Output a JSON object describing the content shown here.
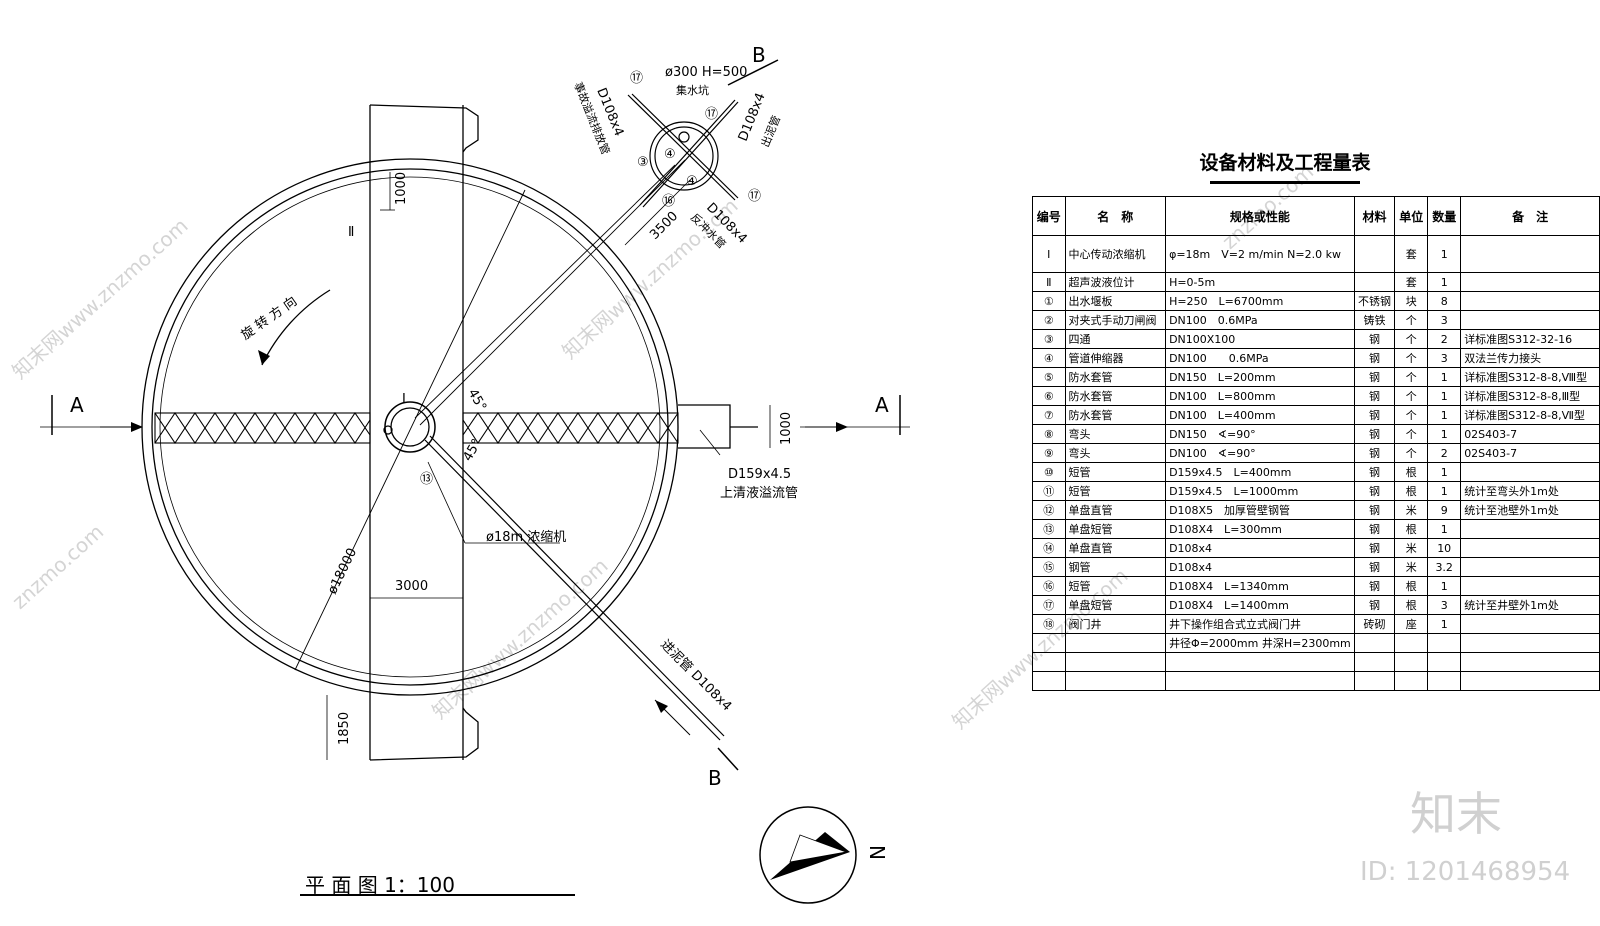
{
  "plan": {
    "title": "平 面 图 1：100",
    "labels": {
      "section_a_left": "A",
      "section_a_right": "A",
      "section_b_top": "B",
      "section_b_bottom": "B",
      "dia_18000": "ø18000",
      "dim_3000": "3000",
      "dim_1000_top": "1000",
      "dim_1000_right": "1000",
      "dim_1850": "1850",
      "dim_3500": "3500",
      "angle_45_a": "45°",
      "angle_45_b": "45°",
      "pit": "ø300 H=500",
      "pit_name": "集水坑",
      "pipe_accident": "D108x4",
      "pipe_accident_name": "事故溢流排放管",
      "pipe_out": "D108x4",
      "pipe_out_name": "出泥管",
      "pipe_return": "D108x4",
      "pipe_return_name": "反冲水管",
      "pipe_in": "进泥管 D108x4",
      "overflow": "D159x4.5",
      "overflow_name": "上清液溢流管",
      "thickener": "ø18m 浓缩机",
      "rotation": "旋 转 方 向",
      "num_I": "Ⅰ",
      "num_II": "Ⅱ",
      "num_3": "③",
      "num_4a": "④",
      "num_4b": "④",
      "num_13": "⑬",
      "num_16": "⑯",
      "num_17a": "⑰",
      "num_17b": "⑰",
      "num_17c": "⑰",
      "north": "N"
    }
  },
  "table": {
    "title": "设备材料及工程量表",
    "headers": [
      "编号",
      "名　称",
      "规格或性能",
      "材料",
      "单位",
      "数量",
      "备　注"
    ],
    "rows": [
      [
        "Ⅰ",
        "中心传动浓缩机",
        "φ=18m　V=2 m/min N=2.0 kw",
        "",
        "套",
        "1",
        ""
      ],
      [
        "Ⅱ",
        "超声波液位计",
        "H=0-5m",
        "",
        "套",
        "1",
        ""
      ],
      [
        "①",
        "出水堰板",
        "H=250　L=6700mm",
        "不锈钢",
        "块",
        "8",
        ""
      ],
      [
        "②",
        "对夹式手动刀闸阀",
        "DN100　0.6MPa",
        "铸铁",
        "个",
        "3",
        ""
      ],
      [
        "③",
        "四通",
        "DN100X100",
        "钢",
        "个",
        "2",
        "详标准图S312-32-16"
      ],
      [
        "④",
        "管道伸缩器",
        "DN100　　0.6MPa",
        "钢",
        "个",
        "3",
        "双法兰传力接头"
      ],
      [
        "⑤",
        "防水套管",
        "DN150　L=200mm",
        "钢",
        "个",
        "1",
        "详标准图S312-8-8,Ⅷ型"
      ],
      [
        "⑥",
        "防水套管",
        "DN100　L=800mm",
        "钢",
        "个",
        "1",
        "详标准图S312-8-8,Ⅲ型"
      ],
      [
        "⑦",
        "防水套管",
        "DN100　L=400mm",
        "钢",
        "个",
        "1",
        "详标准图S312-8-8,Ⅶ型"
      ],
      [
        "⑧",
        "弯头",
        "DN150　∢=90°",
        "钢",
        "个",
        "1",
        "02S403-7"
      ],
      [
        "⑨",
        "弯头",
        "DN100　∢=90°",
        "钢",
        "个",
        "2",
        "02S403-7"
      ],
      [
        "⑩",
        "短管",
        "D159x4.5　L=400mm",
        "钢",
        "根",
        "1",
        ""
      ],
      [
        "⑪",
        "短管",
        "D159x4.5　L=1000mm",
        "钢",
        "根",
        "1",
        "统计至弯头外1m处"
      ],
      [
        "⑫",
        "单盘直管",
        "D108X5　加厚管壁钢管",
        "钢",
        "米",
        "9",
        "统计至池壁外1m处"
      ],
      [
        "⑬",
        "单盘短管",
        "D108X4　L=300mm",
        "钢",
        "根",
        "1",
        ""
      ],
      [
        "⑭",
        "单盘直管",
        "D108x4",
        "钢",
        "米",
        "10",
        ""
      ],
      [
        "⑮",
        "钢管",
        "D108x4",
        "钢",
        "米",
        "3.2",
        ""
      ],
      [
        "⑯",
        "短管",
        "D108X4　L=1340mm",
        "钢",
        "根",
        "1",
        ""
      ],
      [
        "⑰",
        "单盘短管",
        "D108X4　L=1400mm",
        "钢",
        "根",
        "3",
        "统计至井壁外1m处"
      ],
      [
        "⑱",
        "阀门井",
        "井下操作组合式立式阀门井",
        "砖砌",
        "座",
        "1",
        ""
      ],
      [
        "",
        "",
        "井径Φ=2000mm 井深H=2300mm",
        "",
        "",
        "",
        ""
      ],
      [
        "",
        "",
        "",
        "",
        "",
        "",
        ""
      ],
      [
        "",
        "",
        "",
        "",
        "",
        "",
        ""
      ]
    ]
  },
  "watermark": {
    "site": "znzmo.com",
    "site_full": "知末网www.znzmo.com",
    "brand": "知末",
    "id": "ID: 1201468954"
  }
}
